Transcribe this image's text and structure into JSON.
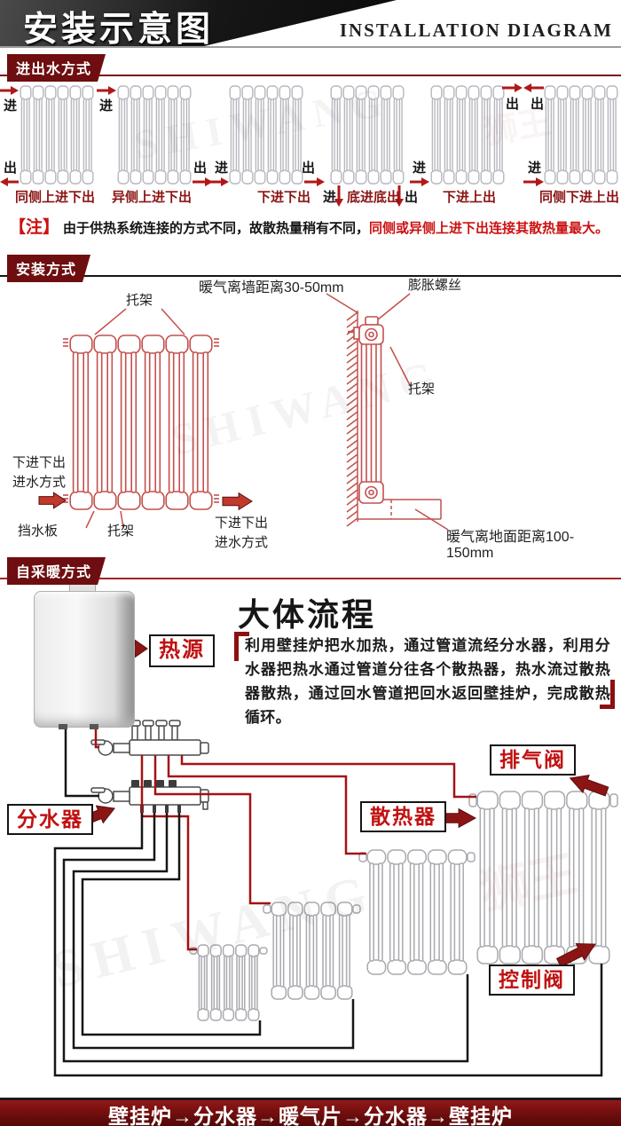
{
  "header": {
    "title": "安装示意图",
    "subtitle": "INSTALLATION DIAGRAM"
  },
  "section_labels": {
    "inlet_outlet": "进出水方式",
    "installation": "安装方式",
    "self_heating": "自采暖方式"
  },
  "inlet_outlet": {
    "in_char": "进",
    "out_char": "出",
    "modes": [
      {
        "label": "同侧上进下出"
      },
      {
        "label": "异侧上进下出"
      },
      {
        "label": "下进下出"
      },
      {
        "label": "底进底出"
      },
      {
        "label": "下进上出"
      },
      {
        "label": "同侧下进上出"
      }
    ]
  },
  "note": {
    "tag": "【注】",
    "text_black": "由于供热系统连接的方式不同，故散热量稍有不同，",
    "text_red": "同侧或异侧上进下出连接其散热量最大。"
  },
  "installation": {
    "bracket_top": "托架",
    "wall_distance": "暖气离墙距离30-50mm",
    "expansion_screw": "膨胀螺丝",
    "bracket_side": "托架",
    "inlet_left": "下进下出",
    "inlet_left2": "进水方式",
    "water_baffle": "挡水板",
    "bracket_bottom": "托架",
    "inlet_right": "下进下出",
    "inlet_right2": "进水方式",
    "floor_distance": "暖气离地面距离100-150mm"
  },
  "self_heating": {
    "title": "大体流程",
    "description": "利用壁挂炉把水加热，通过管道流经分水器，利用分水器把热水通过管道分往各个散热器，热水流过散热器散热，通过回水管道把回水返回壁挂炉，完成散热循环。",
    "heat_source": "热源",
    "manifold": "分水器",
    "radiator": "散热器",
    "exhaust_valve": "排气阀",
    "control_valve": "控制阀"
  },
  "footer": {
    "flow_path": "壁挂炉→分水器→暖气片→分水器→壁挂炉"
  },
  "watermark": {
    "latin": "SHIWANG",
    "cjk": "狮王"
  },
  "colors": {
    "maroon": "#6e0e10",
    "dark_red": "#8b1515",
    "line_red": "#c4504e",
    "arrow_red": "#b01818",
    "gray_radiator": "#b7b7bf",
    "black": "#161616"
  }
}
